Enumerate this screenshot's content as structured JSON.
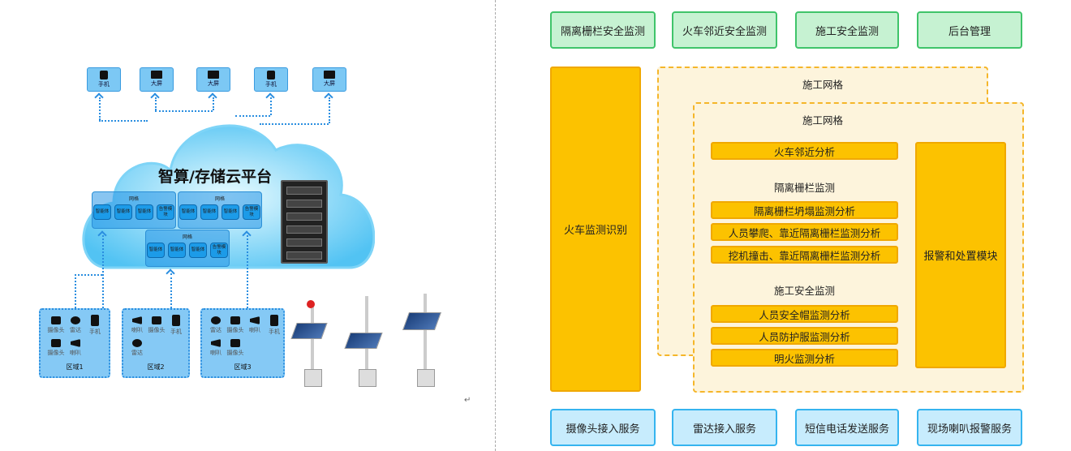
{
  "left": {
    "devices": [
      {
        "label": "手机",
        "type": "phone"
      },
      {
        "label": "大屏",
        "type": "screen"
      },
      {
        "label": "大屏",
        "type": "screen"
      },
      {
        "label": "手机",
        "type": "phone"
      },
      {
        "label": "大屏",
        "type": "screen"
      }
    ],
    "cloud_title": "智算/存储云平台",
    "grids": [
      {
        "label": "网格",
        "items": [
          "智能体",
          "智能体",
          "智能体",
          "告警模块"
        ]
      },
      {
        "label": "网格",
        "items": [
          "智能体",
          "智能体",
          "智能体",
          "告警模块"
        ]
      },
      {
        "label": "网格",
        "items": [
          "智能体",
          "智能体",
          "智能体",
          "告警模块"
        ]
      }
    ],
    "zones": [
      {
        "label": "区域1",
        "items": [
          "摄像头",
          "雷达",
          "手机",
          "摄像头",
          "喇叭"
        ]
      },
      {
        "label": "区域2",
        "items": [
          "喇叭",
          "摄像头",
          "手机",
          "雷达"
        ]
      },
      {
        "label": "区域3",
        "items": [
          "雷达",
          "摄像头",
          "喇叭",
          "手机",
          "喇叭",
          "摄像头"
        ]
      }
    ],
    "return_mark": "↵"
  },
  "right": {
    "top": [
      "隔离栅栏安全监测",
      "火车邻近安全监测",
      "施工安全监测",
      "后台管理"
    ],
    "bottom": [
      "摄像头接入服务",
      "雷达接入服务",
      "短信电话发送服务",
      "现场喇叭报警服务"
    ],
    "train_module": "火车监测识别",
    "alarm_module": "报警和处置模块",
    "grid_back": "施工网格",
    "grid_front": "施工网格",
    "train_item": "火车邻近分析",
    "fence_title": "隔离栅栏监测",
    "fence_items": [
      "隔离栅栏坍塌监测分析",
      "人员攀爬、靠近隔离栅栏监测分析",
      "挖机撞击、靠近隔离栅栏监测分析"
    ],
    "safety_title": "施工安全监测",
    "safety_items": [
      "人员安全帽监测分析",
      "人员防护服监测分析",
      "明火监测分析"
    ]
  }
}
